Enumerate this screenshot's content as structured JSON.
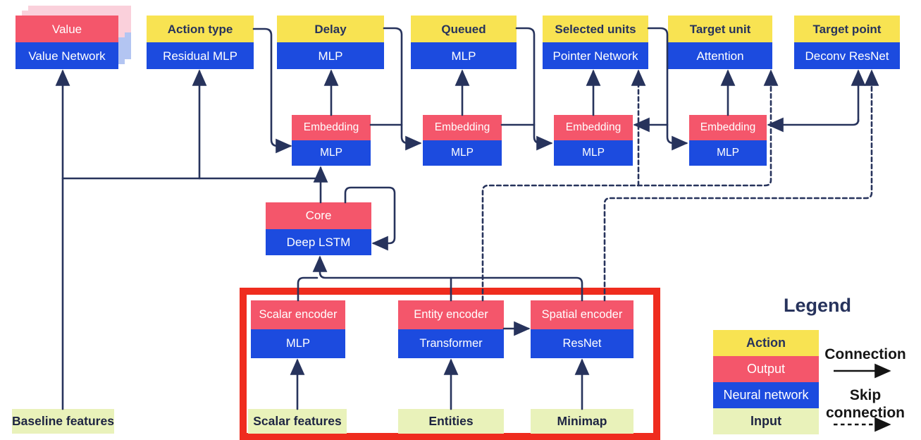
{
  "colors": {
    "action_yellow": "#F8E352",
    "output_pink": "#F4566B",
    "network_blue": "#1C4BDF",
    "input_green": "#E9F2BA",
    "line_navy": "#27335C",
    "highlight_red": "#EF2C1E",
    "ghost_pink": "#FAD0DB",
    "ghost_blue": "#B3C5F2"
  },
  "value_card": {
    "output_label": "Value",
    "network_label": "Value Network"
  },
  "heads": [
    {
      "action_label": "Action type",
      "network_label": "Residual MLP"
    },
    {
      "action_label": "Delay",
      "network_label": "MLP"
    },
    {
      "action_label": "Queued",
      "network_label": "MLP"
    },
    {
      "action_label": "Selected units",
      "network_label": "Pointer Network"
    },
    {
      "action_label": "Target unit",
      "network_label": "Attention"
    },
    {
      "action_label": "Target point",
      "network_label": "Deconv ResNet"
    }
  ],
  "embeddings": [
    {
      "output_label": "Embedding",
      "network_label": "MLP"
    },
    {
      "output_label": "Embedding",
      "network_label": "MLP"
    },
    {
      "output_label": "Embedding",
      "network_label": "MLP"
    },
    {
      "output_label": "Embedding",
      "network_label": "MLP"
    }
  ],
  "core": {
    "output_label": "Core",
    "network_label": "Deep LSTM"
  },
  "encoders": [
    {
      "output_label": "Scalar encoder",
      "network_label": "MLP"
    },
    {
      "output_label": "Entity encoder",
      "network_label": "Transformer"
    },
    {
      "output_label": "Spatial encoder",
      "network_label": "ResNet"
    }
  ],
  "inputs": [
    {
      "label": "Baseline features"
    },
    {
      "label": "Scalar features"
    },
    {
      "label": "Entities"
    },
    {
      "label": "Minimap"
    }
  ],
  "legend": {
    "title": "Legend",
    "items": [
      {
        "label": "Action"
      },
      {
        "label": "Output"
      },
      {
        "label": "Neural network"
      },
      {
        "label": "Input"
      }
    ],
    "connection_label": "Connection",
    "skip_label_line1": "Skip",
    "skip_label_line2": "connection"
  }
}
